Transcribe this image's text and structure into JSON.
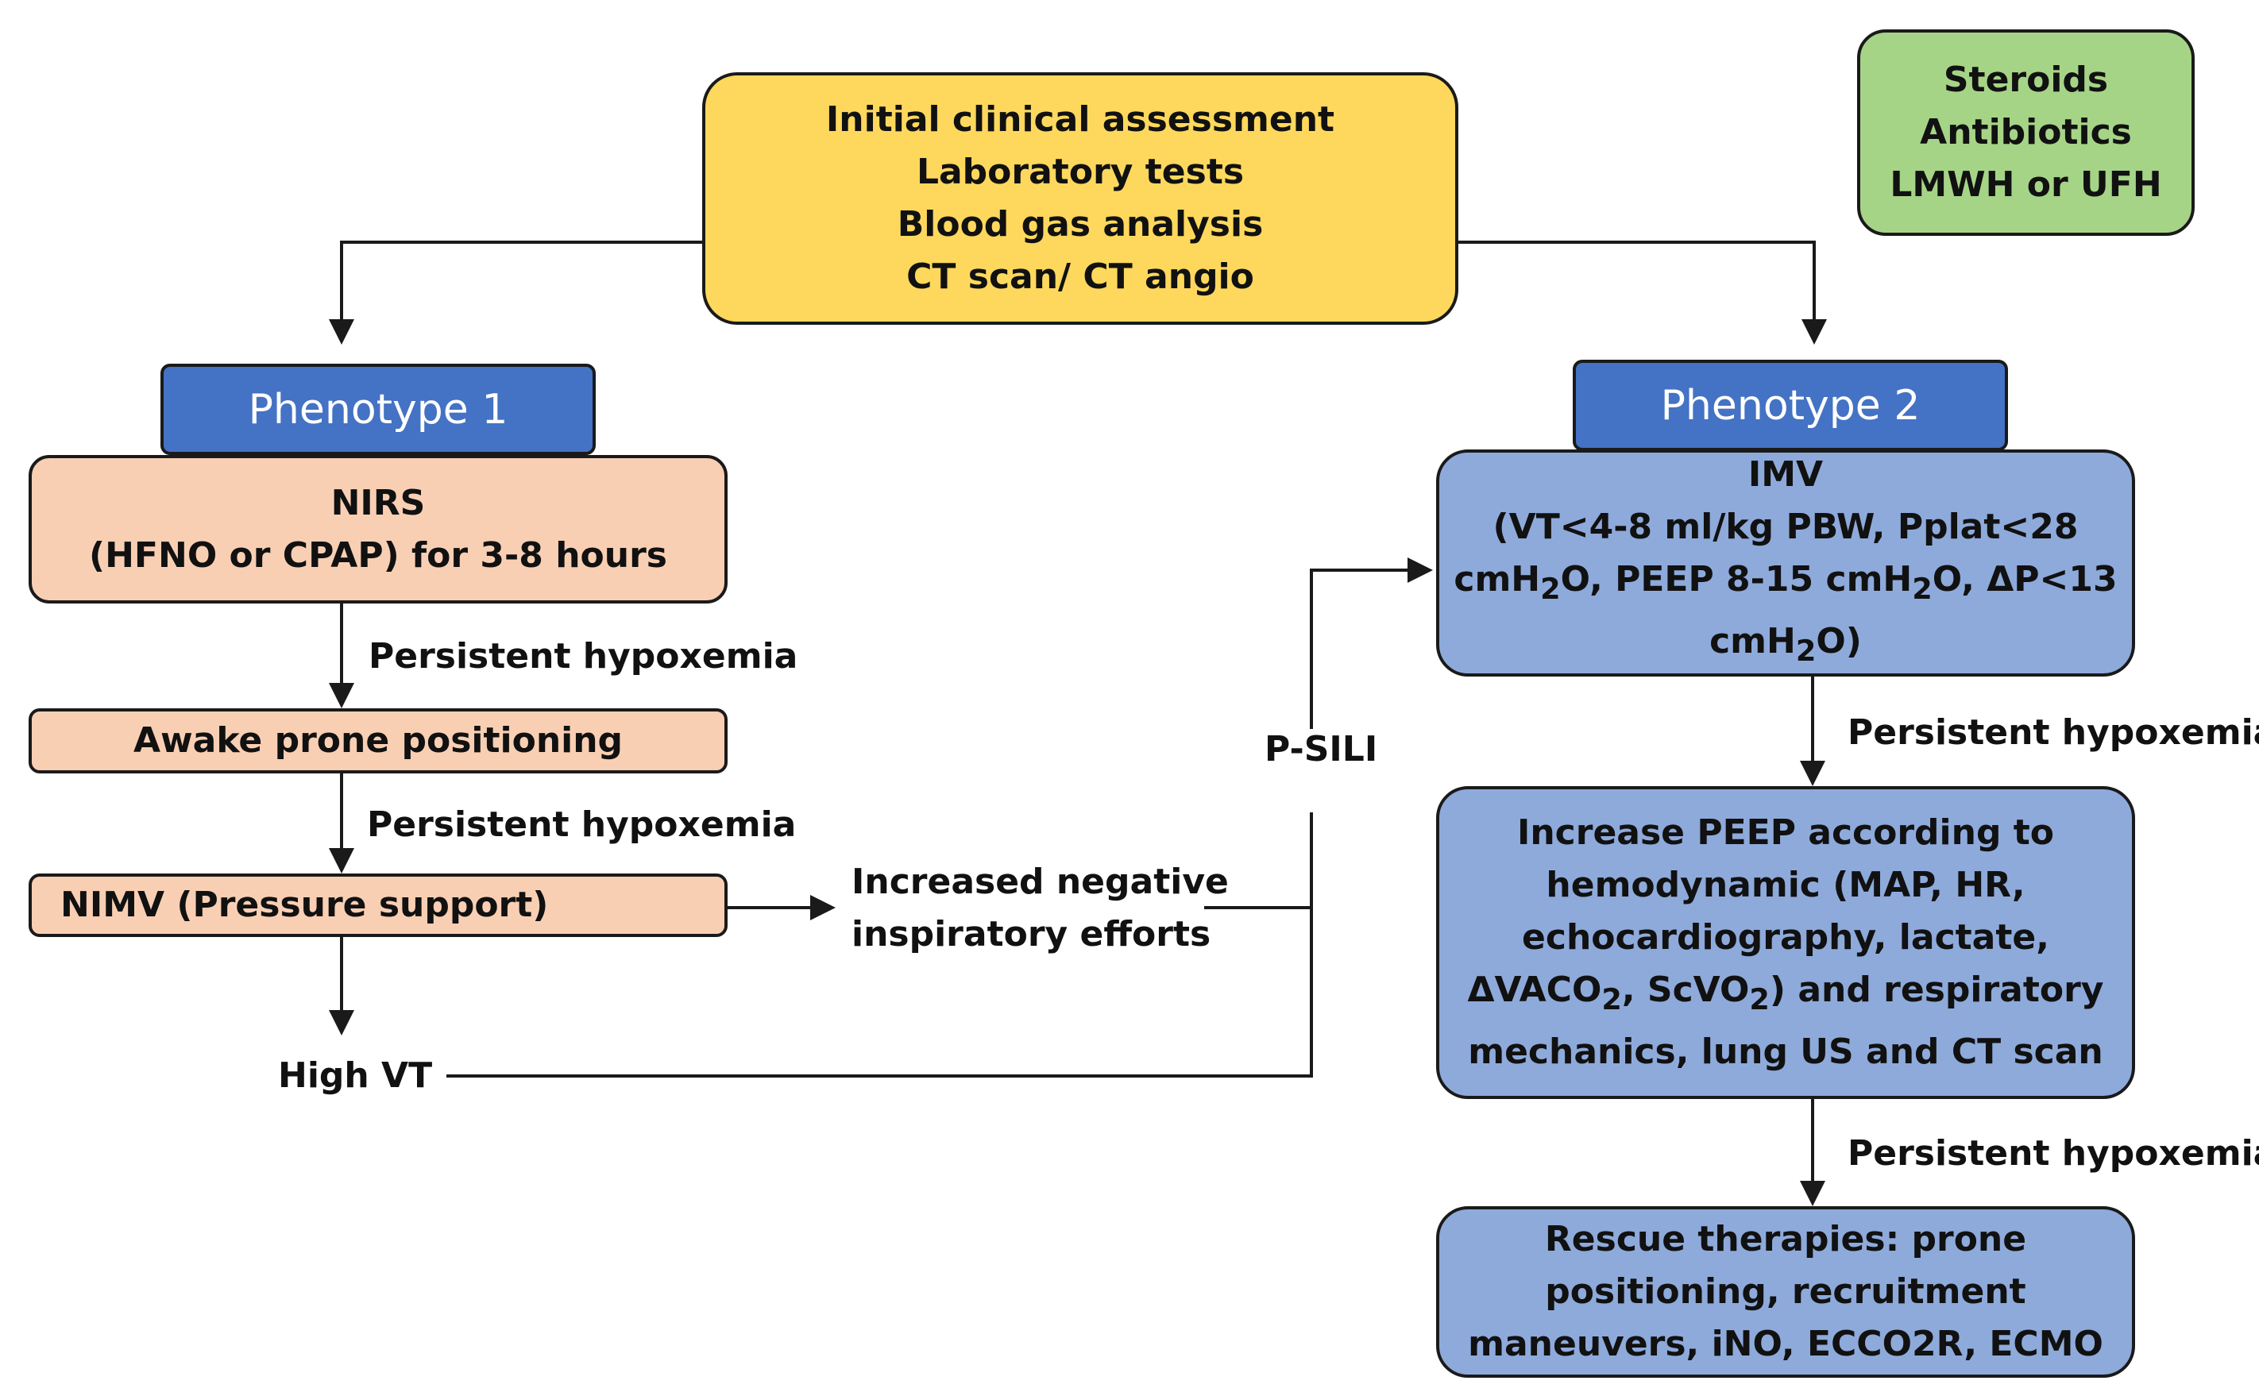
{
  "assessment": {
    "lines": [
      "Initial clinical assessment",
      "Laboratory tests",
      "Blood gas analysis",
      "CT scan/ CT angio"
    ]
  },
  "adjunct": {
    "lines": [
      "Steroids",
      "Antibiotics",
      "LMWH or UFH"
    ]
  },
  "phenotype1": {
    "title": "Phenotype 1",
    "nirs": {
      "line1": "NIRS",
      "line2": "(HFNO or CPAP) for 3-8 hours"
    },
    "prone": "Awake prone positioning",
    "nimv": "NIMV (Pressure support)",
    "high_vt": "High VT"
  },
  "phenotype2": {
    "title": "Phenotype 2",
    "imv": {
      "line1": "IMV",
      "line2": "(VT<4-8 ml/kg PBW, Pplat<28",
      "line3_a": "cmH",
      "line3_sub1": "2",
      "line3_b": "O, PEEP 8-15 cmH",
      "line3_sub2": "2",
      "line3_c": "O, ΔP<13",
      "line4_a": "cmH",
      "line4_sub": "2",
      "line4_b": "O)"
    },
    "peep": {
      "line1": "Increase PEEP according to",
      "line2": "hemodynamic (MAP, HR,",
      "line3": "echocardiography, lactate,",
      "line4_a": "ΔVACO",
      "line4_sub1": "2",
      "line4_b": ", ScVO",
      "line4_sub2": "2",
      "line4_c": ") and respiratory",
      "line5": "mechanics, lung US and CT scan"
    },
    "rescue": {
      "lines": [
        "Rescue therapies: prone",
        "positioning, recruitment",
        "maneuvers, iNO, ECCO2R, ECMO"
      ]
    }
  },
  "edges": {
    "persistent_hypoxemia": "Persistent hypoxemia",
    "increased_efforts_line1": "Increased negative",
    "increased_efforts_line2": "inspiratory efforts",
    "psili": "P-SILI"
  }
}
